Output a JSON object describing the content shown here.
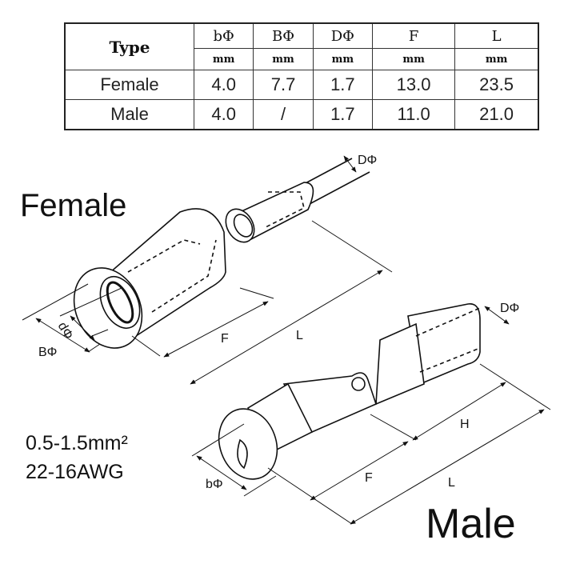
{
  "table": {
    "type_header": "Type",
    "columns": [
      {
        "symbol": "bΦ",
        "unit": "mm"
      },
      {
        "symbol": "BΦ",
        "unit": "mm"
      },
      {
        "symbol": "DΦ",
        "unit": "mm"
      },
      {
        "symbol": "F",
        "unit": "mm"
      },
      {
        "symbol": "L",
        "unit": "mm"
      }
    ],
    "rows": [
      {
        "type": "Female",
        "values": [
          "4.0",
          "7.7",
          "1.7",
          "13.0",
          "23.5"
        ]
      },
      {
        "type": "Male",
        "values": [
          "4.0",
          "/",
          "1.7",
          "11.0",
          "21.0"
        ]
      }
    ]
  },
  "labels": {
    "female": "Female",
    "male": "Male",
    "wire_range_mm": "0.5-1.5mm²",
    "wire_range_awg": "22-16AWG"
  },
  "female_diagram": {
    "dims": {
      "D": "DΦ",
      "d": "dΦ",
      "B": "BΦ",
      "F": "F",
      "L": "L"
    }
  },
  "male_diagram": {
    "dims": {
      "D": "DΦ",
      "b": "bΦ",
      "F": "F",
      "L": "L",
      "H": "H"
    }
  }
}
